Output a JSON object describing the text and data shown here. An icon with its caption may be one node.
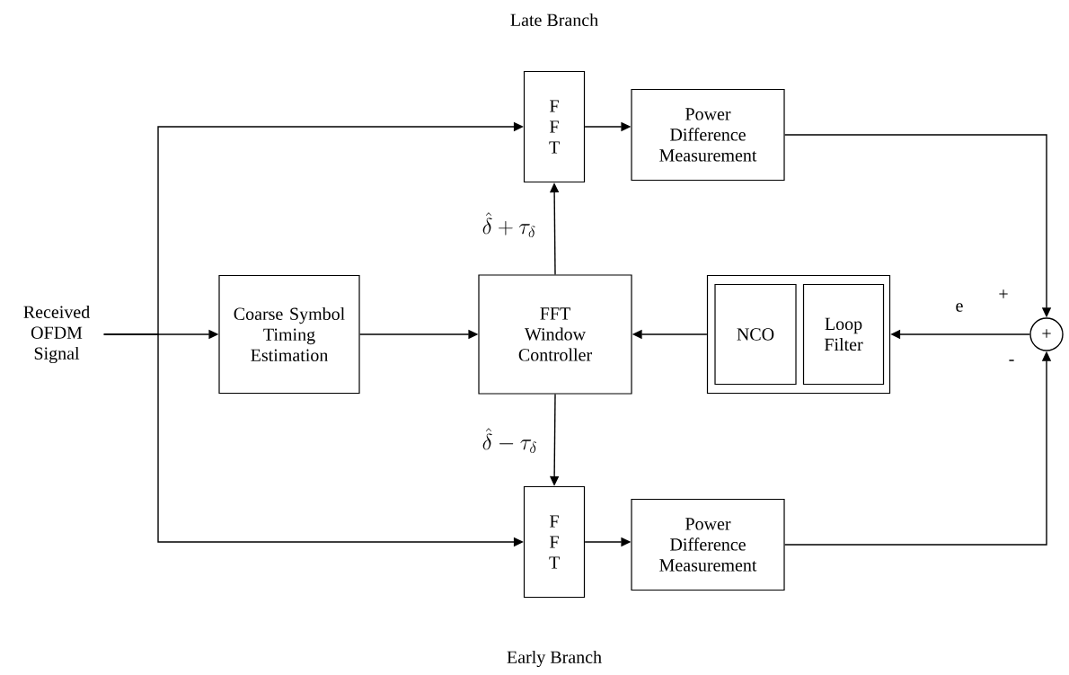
{
  "diagram": {
    "nodes": [
      {
        "text": [
          "Received OFDM Signal"
        ]
      },
      {
        "text": [
          "Coarse Symbol Timing Estimation"
        ]
      },
      {
        "text": [
          "FFT Window Controller"
        ]
      },
      {
        "text": [
          "F F T"
        ]
      },
      {
        "text": [
          "Power Difference Measurement"
        ]
      },
      {
        "text": [
          "F F T"
        ]
      },
      {
        "text": [
          "Power Difference Measurement"
        ]
      },
      {
        "text": [],
        "shape": "box"
      },
      {
        "text": [
          "NCO"
        ],
        "in": 7
      },
      {
        "text": [
          "Loop Filter"
        ],
        "in": 7
      },
      {
        "text": [
          "+"
        ]
      }
    ],
    "edges": [
      {
        "from": 0,
        "to": 1,
        "arrow": "to"
      },
      {
        "from": 0,
        "to": 3,
        "arrow": "to"
      },
      {
        "from": 0,
        "to": 5,
        "arrow": "to"
      },
      {
        "from": 1,
        "to": 2,
        "arrow": "to"
      },
      {
        "from": 2,
        "to": 3,
        "arrow": "to",
        "label": "\\hat{\\delta} + \\tau_{\\delta}"
      },
      {
        "from": 2,
        "to": 5,
        "arrow": "to",
        "label": "\\hat{\\delta} - \\tau_{\\delta}"
      },
      {
        "from": 3,
        "to": 4,
        "arrow": "to"
      },
      {
        "from": 5,
        "to": 6,
        "arrow": "to"
      },
      {
        "from": 4,
        "to": 10,
        "arrow": "to",
        "label": "+"
      },
      {
        "from": 6,
        "to": 10,
        "arrow": "to",
        "label": "-"
      },
      {
        "from": 10,
        "to": 7,
        "arrow": "to",
        "label": "e"
      },
      {
        "from": 7,
        "to": 2,
        "arrow": "to"
      }
    ],
    "labels": [
      "Late Branch",
      "Early Branch"
    ]
  }
}
